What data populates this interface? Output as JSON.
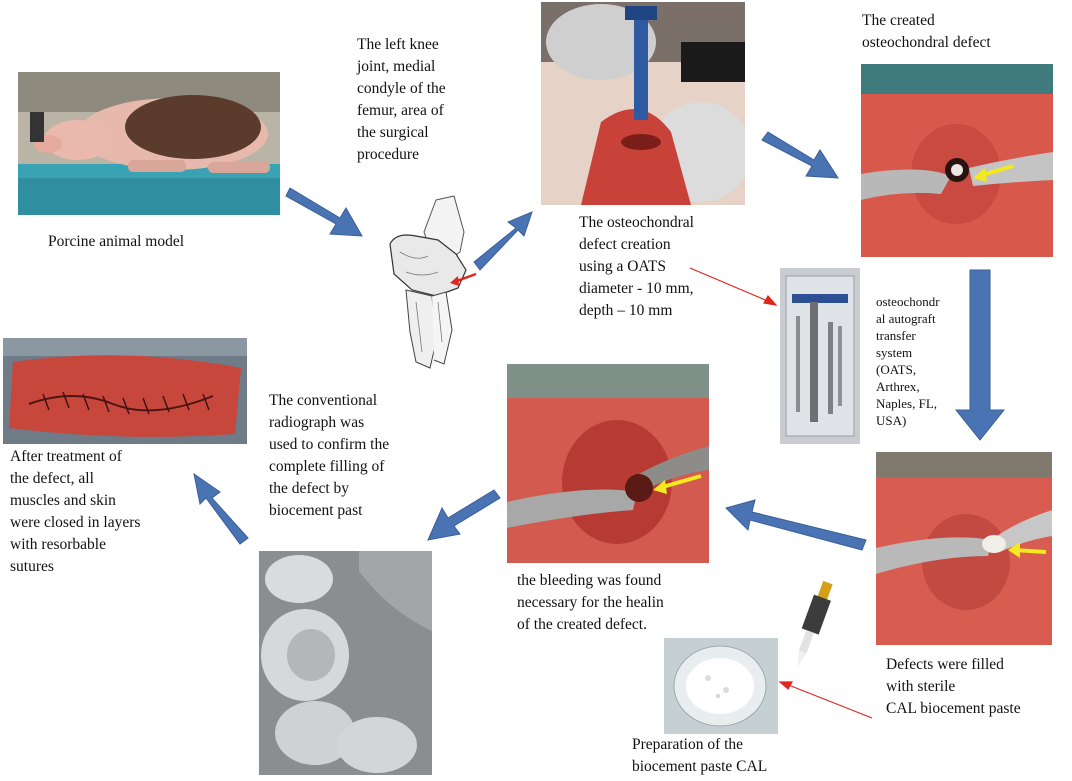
{
  "captions": {
    "porcine": "Porcine animal model",
    "knee": "The left knee\njoint, medial\ncondyle of the\nfemur,  area of\nthe surgical\nprocedure",
    "defect_creation": "The osteochondral\ndefect creation\nusing a OATS\ndiameter - 10 mm,\ndepth – 10 mm",
    "created_defect": "The created\nosteochondral defect",
    "oats_system": "osteochondr\nal autograft\ntransfer\nsystem\n(OATS,\nArthrex,\nNaples, FL,\nUSA)",
    "radiograph": "The conventional\nradiograph was\nused to confirm the\ncomplete filling of\nthe defect by\nbiocement past",
    "bleeding": "the bleeding was found\nnecessary for the healing\nof the created defect.",
    "closure": "After treatment of\nthe defect, all\nmuscles and skin\nwere closed in layers\nwith resorbable\nsutures",
    "filled": "Defects were filled\n with sterile\nCAL biocement paste",
    "preparation": "Preparation of the\nbiocement paste CAL"
  },
  "colors": {
    "flow_arrow": "#4a73b4",
    "pointer_arrow": "#e0261f",
    "marker_arrow": "#f2ea1c",
    "tissue": "#c8423a",
    "drape": "#2f8fa0"
  },
  "icons": [
    "pig-photo",
    "knee-sketch",
    "surgery-photo",
    "defect-photo",
    "oats-tool-photo",
    "bleeding-photo",
    "filled-defect-photo",
    "xray-image",
    "sutures-photo",
    "pipette-dish-photo"
  ]
}
